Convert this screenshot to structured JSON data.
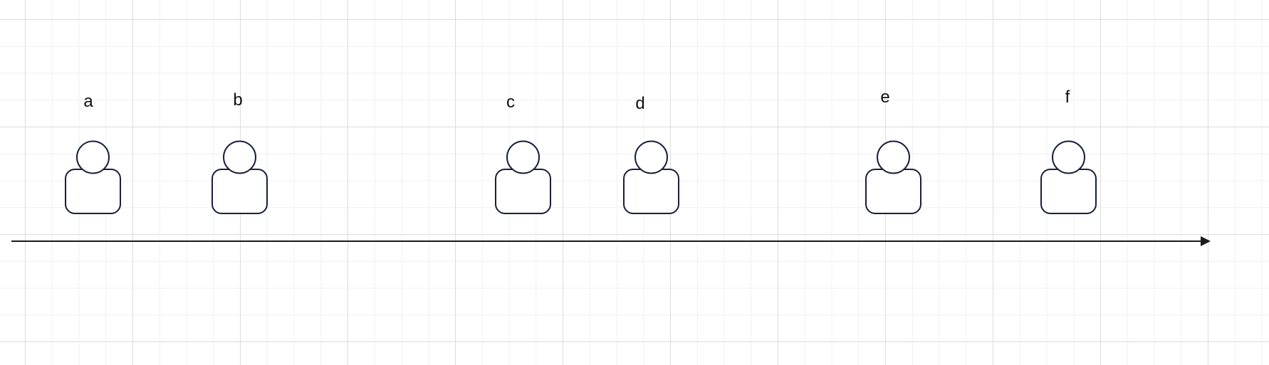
{
  "timeline": {
    "line_color": "#1a1a1a",
    "arrow_icon": "arrowhead-right-icon"
  },
  "actors": [
    {
      "label": "a",
      "icon": "person-icon"
    },
    {
      "label": "b",
      "icon": "person-icon"
    },
    {
      "label": "c",
      "icon": "person-icon"
    },
    {
      "label": "d",
      "icon": "person-icon"
    },
    {
      "label": "e",
      "icon": "person-icon"
    },
    {
      "label": "f",
      "icon": "person-icon"
    }
  ],
  "colors": {
    "icon_stroke": "#1a1f3a",
    "grid_major": "#dcdcdc",
    "grid_minor": "#f0f0f0"
  }
}
